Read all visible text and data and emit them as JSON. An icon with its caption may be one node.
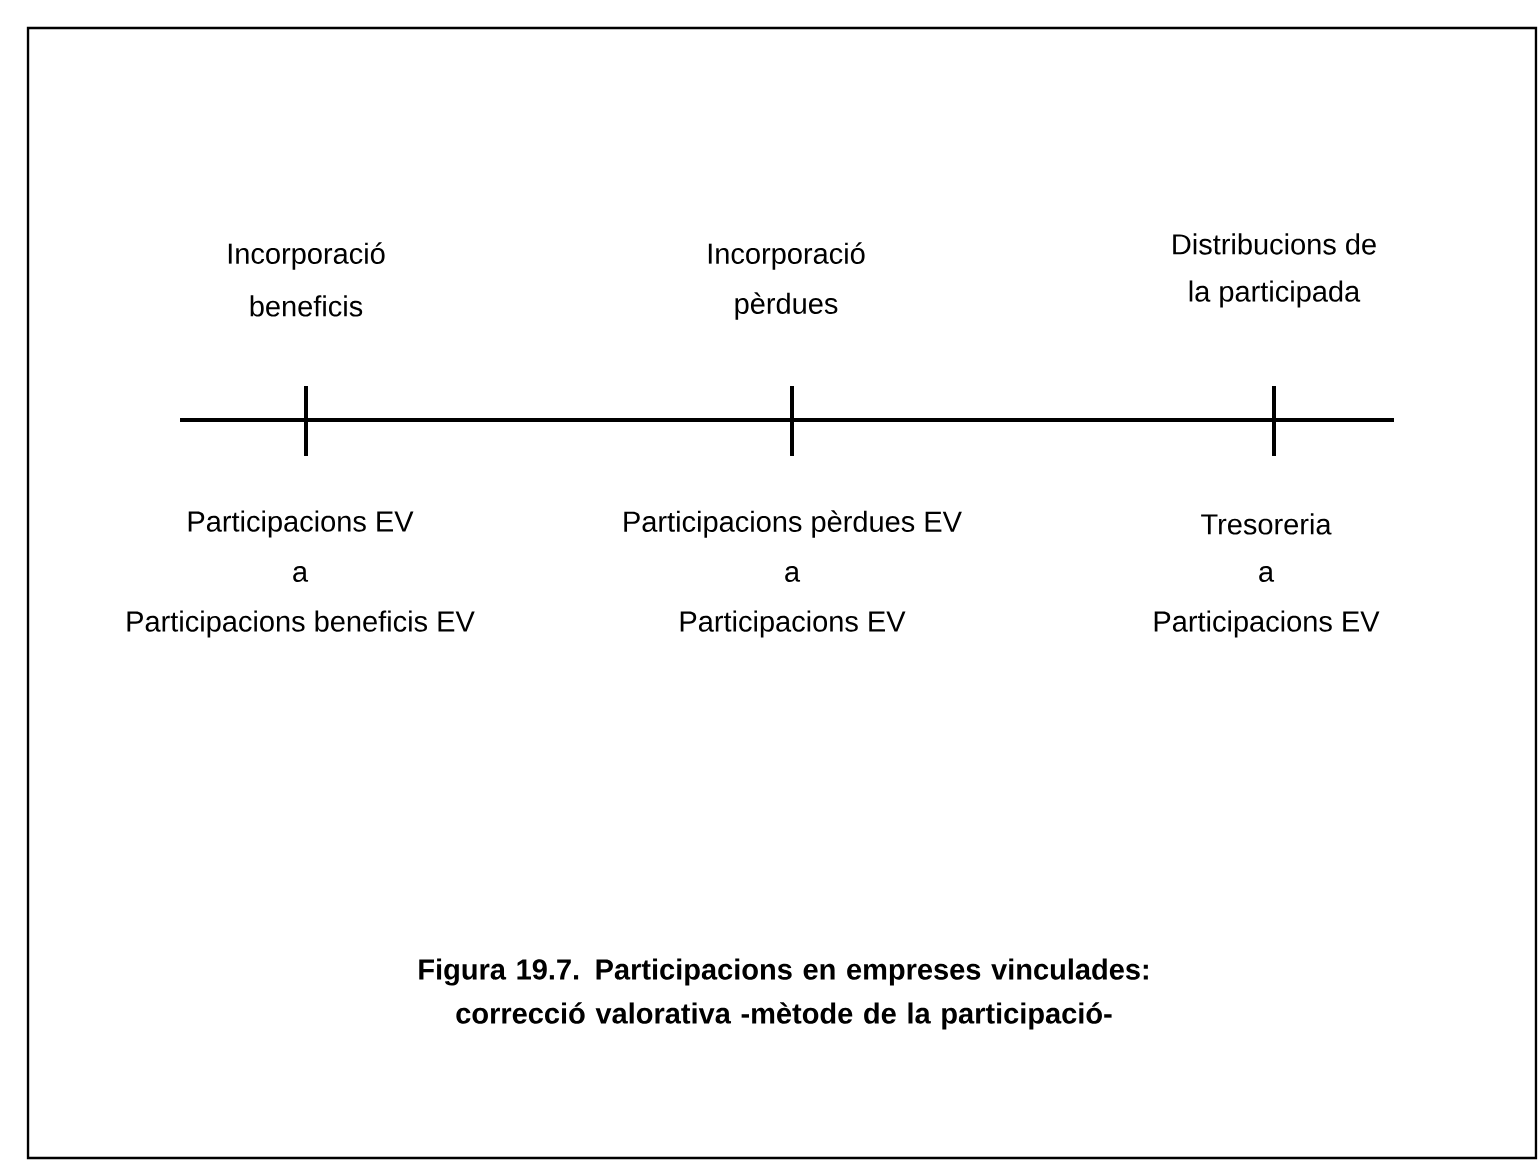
{
  "diagram": {
    "caption": "Figura 19.7. Participacions en empreses vinculades: correcció valorativa -mètode de la participació-",
    "labels": [
      "Incorporació",
      "beneficis",
      "Participacions EV",
      "a",
      "Participacions beneficis EV",
      "Incorporació",
      "pèrdues",
      "Participacions pèrdues EV",
      "a",
      "Participacions EV",
      "Distribucions de",
      "la participada",
      "Tresoreria",
      "a",
      "Participacions EV"
    ]
  }
}
